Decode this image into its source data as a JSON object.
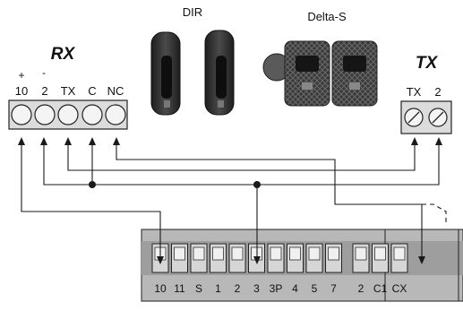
{
  "photos": {
    "dir_label": "DIR",
    "delta_label": "Delta-S"
  },
  "rx": {
    "title": "RX",
    "polarity": [
      "+",
      "-"
    ],
    "terminals": [
      "10",
      "2",
      "TX",
      "C",
      "NC"
    ]
  },
  "tx": {
    "title": "TX",
    "terminals": [
      "TX",
      "2"
    ]
  },
  "board": {
    "terminals": [
      "10",
      "11",
      "S",
      "1",
      "2",
      "3",
      "3P",
      "4",
      "5",
      "7",
      "2",
      "C1",
      "CX"
    ]
  },
  "colors": {
    "wire": "#1a1a1a",
    "terminal_body": "#dcdcdc",
    "board_body": "#b8b8b8",
    "device_dark": "#2b2b2b"
  }
}
